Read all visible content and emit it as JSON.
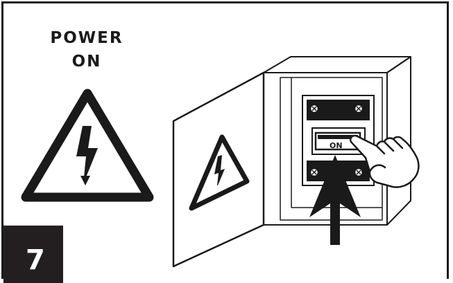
{
  "header": {
    "title_line1": "POWER",
    "title_line2": "ON"
  },
  "switch": {
    "label": "ON"
  },
  "step": {
    "number": "7"
  },
  "icons": [
    "high-voltage-warning-icon",
    "electrical-panel-icon",
    "breaker-switch-icon",
    "pointing-hand-icon",
    "up-arrow-icon"
  ],
  "colors": {
    "ink": "#1a1a1a",
    "step_box": "#231f20",
    "background": "#ffffff"
  }
}
